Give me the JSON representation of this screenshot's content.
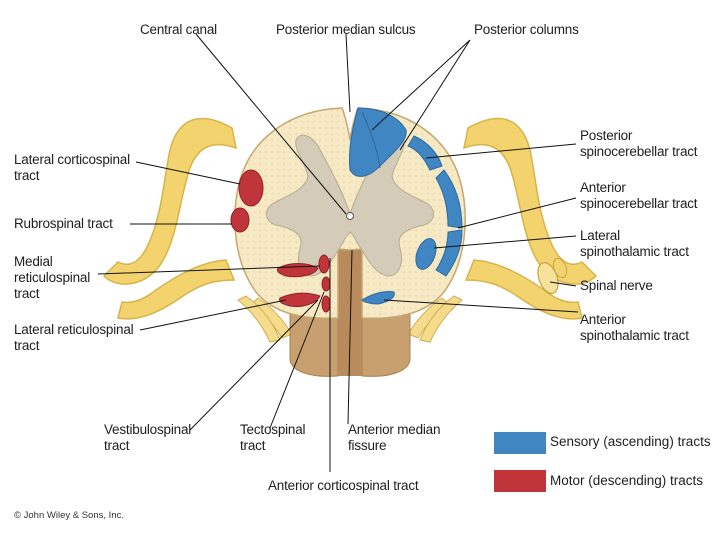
{
  "labels": {
    "central_canal": "Central canal",
    "posterior_median_sulcus": "Posterior median sulcus",
    "posterior_columns": "Posterior columns",
    "lateral_corticospinal": [
      "Lateral corticospinal",
      "tract"
    ],
    "rubrospinal": "Rubrospinal tract",
    "medial_reticulospinal": [
      "Medial",
      "reticulospinal",
      "tract"
    ],
    "lateral_reticulospinal": [
      "Lateral reticulospinal",
      "tract"
    ],
    "vestibulospinal": [
      "Vestibulospinal",
      "tract"
    ],
    "tectospinal": [
      "Tectospinal",
      "tract"
    ],
    "anterior_median_fissure": [
      "Anterior median",
      "fissure"
    ],
    "anterior_corticospinal": "Anterior corticospinal tract",
    "posterior_spinocerebellar": [
      "Posterior",
      "spinocerebellar tract"
    ],
    "anterior_spinocerebellar": [
      "Anterior",
      "spinocerebellar tract"
    ],
    "lateral_spinothalamic": [
      "Lateral",
      "spinothalamic tract"
    ],
    "spinal_nerve": "Spinal nerve",
    "anterior_spinothalamic": [
      "Anterior",
      "spinothalamic tract"
    ]
  },
  "legend": [
    {
      "label": "Sensory (ascending) tracts",
      "color": "#3f86c3"
    },
    {
      "label": "Motor (descending) tracts",
      "color": "#c0353a"
    }
  ],
  "colors": {
    "white_matter": "#f6e9c4",
    "gray_matter": "#d4ccb8",
    "nerve": "#f3d36e",
    "sensory": "#3f86c3",
    "motor": "#c0353a",
    "meninges": "#c8a070"
  },
  "copyright": "© John Wiley & Sons, Inc."
}
